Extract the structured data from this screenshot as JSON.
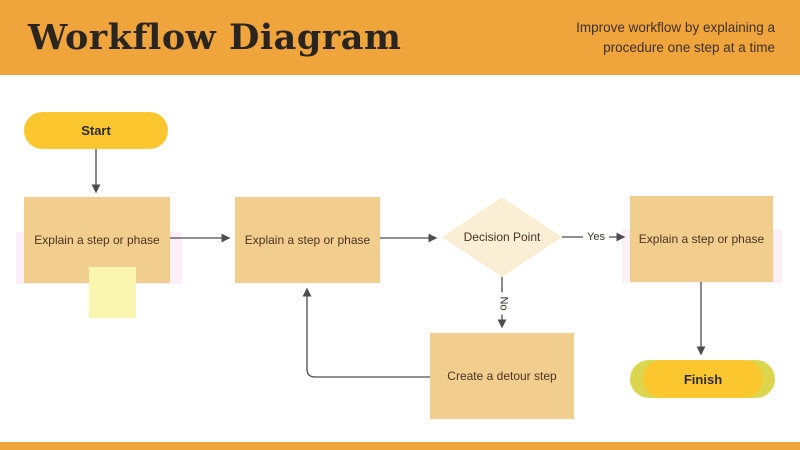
{
  "header": {
    "title": "Workflow Diagram",
    "subtitle_line1": "Improve workflow by explaining a",
    "subtitle_line2": "procedure one step at a time"
  },
  "flow": {
    "start_label": "Start",
    "finish_label": "Finish",
    "step1_label": "Explain a step or phase",
    "step2_label": "Explain a step or phase",
    "step3_label": "Explain a step or phase",
    "detour_label": "Create a detour step",
    "decision_label": "Decision Point",
    "edge_yes_label": "Yes",
    "edge_no_label": "No"
  },
  "colors": {
    "accent_orange": "#F0A43C",
    "node_tan": "#F2CE8E",
    "pill_yellow": "#FCC72E",
    "diamond_cream": "#FAEED5",
    "sticky_yellow": "#FAF6B0",
    "highlight_pink": "#FBE4F2",
    "finish_shadow_green": "#DCD54E",
    "line_gray": "#4D4D4D"
  }
}
